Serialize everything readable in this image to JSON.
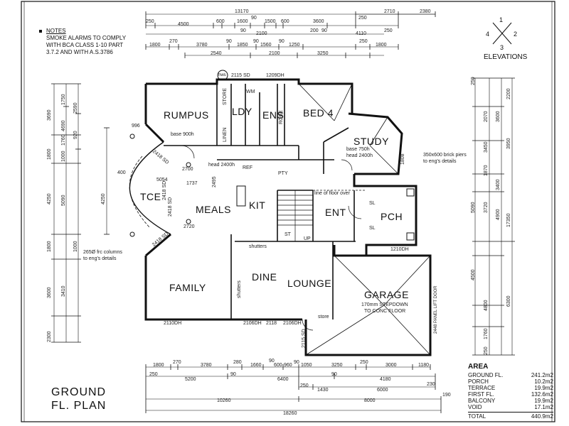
{
  "notes": {
    "heading": "NOTES",
    "lines": [
      "SMOKE ALARMS TO COMPLY",
      "WITH BCA CLASS 1-10 PART",
      "3.7.2 AND WITH A.S.3786"
    ]
  },
  "elevations": {
    "label": "ELEVATIONS",
    "numbers": [
      "1",
      "2",
      "3",
      "4"
    ]
  },
  "rooms": {
    "rumpus": "RUMPUS",
    "ldy": "LDY",
    "ens": "ENS",
    "bed4": "BED 4",
    "study": "STUDY",
    "tce": "TCE",
    "meals": "MEALS",
    "kit": "KIT",
    "ent": "ENT",
    "pch": "PCH",
    "family": "FAMILY",
    "dine": "DINE",
    "lounge": "LOUNGE",
    "garage": "GARAGE"
  },
  "small_labels": {
    "store": "STORE",
    "linen": "LINEN",
    "robe": "ROBE",
    "wm": "WM",
    "ref": "REF",
    "pty": "PTY",
    "st": "ST",
    "up": "UP",
    "store2": "store",
    "hws": "hws",
    "base_900h": "base 900h",
    "head_2400h": "head 2400h",
    "base_750h": "base 750h",
    "head_2400h_2": "head 2400h",
    "floor_over": "line of floor over",
    "shutters1": "shutters",
    "shutters2": "shutters",
    "stepdown": "170mm STEPDOWN",
    "stepdown2": "TO CONC FLOOR",
    "panel_door": "2448 PANEL LIFT DOOR",
    "brick_piers": "350x600 brick piers",
    "brick_piers2": "to eng's details",
    "frc_cols": "265Ø frc columns",
    "frc_cols2": "to eng's details",
    "win_2115sd": "2115 SD",
    "win_1209dh": "1209DH",
    "win_2110dh": "2110DH",
    "win_2106dh": "2106DH",
    "win_2118": "2118",
    "win_2106dh_2": "2106DH",
    "win_1210dh": "1210DH",
    "win_2115sd_2": "2115 SD",
    "win_1808": "1808",
    "sl1": "SL",
    "sl2": "SL"
  },
  "dims_top": {
    "row1": [
      "250",
      "4500",
      "600",
      "1600",
      "90",
      "1500",
      "600",
      "3600",
      "250",
      "2710",
      "2380"
    ],
    "row1_total": "13170",
    "row2": [
      "90",
      "2100",
      "200",
      "90"
    ],
    "row2b": [
      "1800",
      "270",
      "3780",
      "90",
      "1850",
      "90",
      "1560",
      "90",
      "1250",
      "4110",
      "250"
    ],
    "row3": [
      "2540",
      "2100",
      "3250",
      "1800",
      "250"
    ]
  },
  "dims_bottom": {
    "row1": [
      "1800",
      "270",
      "3780",
      "280",
      "1660",
      "90",
      "600",
      "960",
      "90",
      "1050",
      "3250",
      "250",
      "3000",
      "1180"
    ],
    "row2": [
      "250",
      "5200",
      "90",
      "6400",
      "90",
      "4180"
    ],
    "row3": [
      "250",
      "1430",
      "6000",
      "230"
    ],
    "row4": [
      "10260",
      "8000",
      "190"
    ],
    "row5": [
      "18260"
    ]
  },
  "dims_left": [
    "3690",
    "1750",
    "2590",
    "4690",
    "1760",
    "920",
    "1800",
    "1000",
    "4250",
    "5090",
    "1800",
    "1000",
    "3600",
    "3410",
    "2300"
  ],
  "dims_right": [
    "250",
    "2200",
    "2070",
    "3600",
    "3450",
    "3950",
    "1870",
    "5090",
    "3720",
    "4900",
    "3400",
    "17350",
    "4500",
    "4800",
    "6300",
    "1760",
    "250"
  ],
  "misc_dims": [
    "996",
    "2418 SD",
    "2418 SD",
    "2418 SD",
    "2418 SD",
    "1737",
    "2495",
    "2720",
    "2700",
    "400",
    "5054"
  ],
  "title": [
    "GROUND",
    "FL. PLAN"
  ],
  "area": {
    "heading": "AREA",
    "rows": [
      {
        "label": "GROUND FL.",
        "value": "241.2m2"
      },
      {
        "label": "PORCH",
        "value": "10.2m2"
      },
      {
        "label": "TERRACE",
        "value": "19.9m2"
      },
      {
        "label": "FIRST FL.",
        "value": "132.6m2"
      },
      {
        "label": "BALCONY",
        "value": "19.9m2"
      },
      {
        "label": "VOID",
        "value": "17.1m2"
      }
    ],
    "total_label": "TOTAL",
    "total_value": "440.9m2"
  }
}
